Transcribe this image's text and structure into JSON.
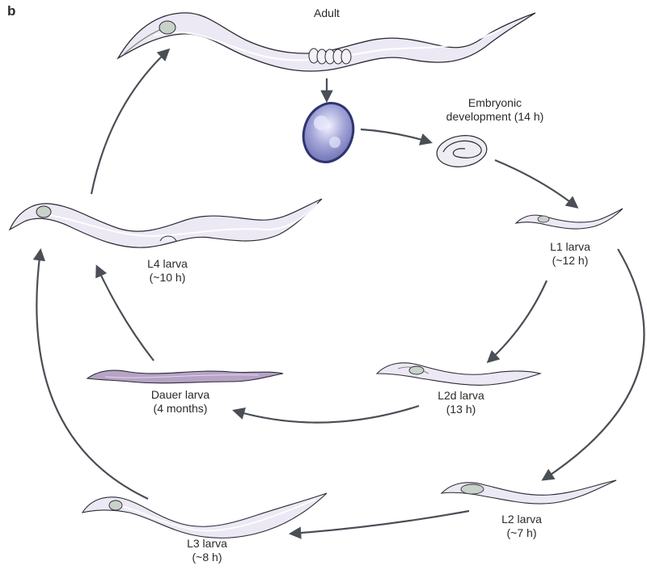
{
  "panel_label": "b",
  "stages": {
    "adult": {
      "name": "Adult"
    },
    "embryo": {
      "name": "Embryonic",
      "time": "development (14 h)"
    },
    "l1": {
      "name": "L1 larva",
      "time": "(~12 h)"
    },
    "l2d": {
      "name": "L2d larva",
      "time": "(13 h)"
    },
    "dauer": {
      "name": "Dauer larva",
      "time": "(4 months)"
    },
    "l2": {
      "name": "L2 larva",
      "time": "(~7 h)"
    },
    "l3": {
      "name": "L3 larva",
      "time": "(~8 h)"
    },
    "l4": {
      "name": "L4 larva",
      "time": "(~10 h)"
    }
  },
  "colors": {
    "worm_fill": "#ece9f4",
    "worm_outline": "#2b2b35",
    "worm_inner": "#ffffff",
    "pharynx": "#c9d2c8",
    "dauer_fill": "#b6a3c6",
    "egg_fill": "#8d8fc9",
    "egg_outline": "#2f3470",
    "arrow": "#4a4e55"
  }
}
